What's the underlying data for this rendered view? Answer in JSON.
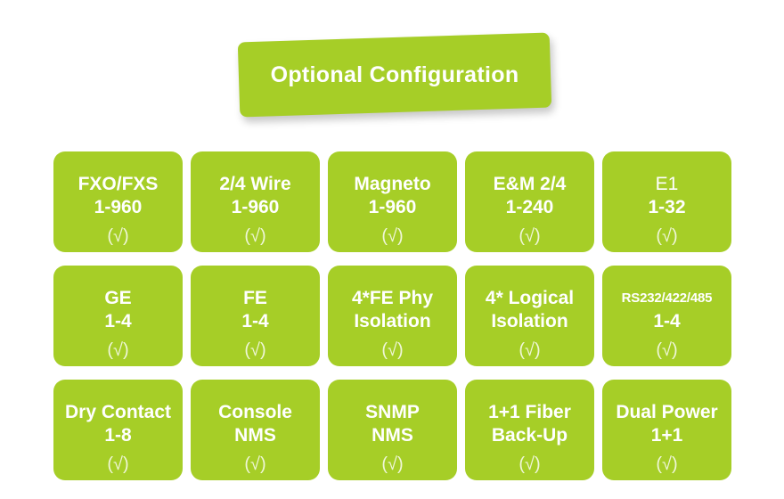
{
  "banner": {
    "title": "Optional Configuration",
    "color": "#a6ce27",
    "text_color": "#ffffff"
  },
  "theme": {
    "card_color": "#a6ce27",
    "text_color": "#ffffff",
    "background": "#ffffff"
  },
  "grid": {
    "columns": 5,
    "rows": 3,
    "check_symbol": "(√)",
    "cards": [
      {
        "line1": "FXO/FXS",
        "line2": "1-960",
        "check": "(√)",
        "line1_weight": "bold",
        "line2_weight": "bold",
        "line1_size": "normal"
      },
      {
        "line1": "2/4 Wire",
        "line2": "1-960",
        "check": "(√)",
        "line1_weight": "bold",
        "line2_weight": "bold",
        "line1_size": "normal"
      },
      {
        "line1": "Magneto",
        "line2": "1-960",
        "check": "(√)",
        "line1_weight": "bold",
        "line2_weight": "bold",
        "line1_size": "normal"
      },
      {
        "line1": "E&M 2/4",
        "line2": "1-240",
        "check": "(√)",
        "line1_weight": "bold",
        "line2_weight": "bold",
        "line1_size": "normal"
      },
      {
        "line1": "E1",
        "line2": "1-32",
        "check": "(√)",
        "line1_weight": "light",
        "line2_weight": "bold",
        "line1_size": "normal"
      },
      {
        "line1": "GE",
        "line2": "1-4",
        "check": "(√)",
        "line1_weight": "bold",
        "line2_weight": "bold",
        "line1_size": "normal"
      },
      {
        "line1": "FE",
        "line2": "1-4",
        "check": "(√)",
        "line1_weight": "bold",
        "line2_weight": "bold",
        "line1_size": "normal"
      },
      {
        "line1": "4*FE Phy",
        "line2": "Isolation",
        "check": "(√)",
        "line1_weight": "bold",
        "line2_weight": "bold",
        "line1_size": "normal"
      },
      {
        "line1": "4* Logical",
        "line2": "Isolation",
        "check": "(√)",
        "line1_weight": "bold",
        "line2_weight": "bold",
        "line1_size": "normal"
      },
      {
        "line1": "RS232/422/485",
        "line2": "1-4",
        "check": "(√)",
        "line1_weight": "bold",
        "line2_weight": "bold",
        "line1_size": "small"
      },
      {
        "line1": "Dry Contact",
        "line2": "1-8",
        "check": "(√)",
        "line1_weight": "bold",
        "line2_weight": "bold",
        "line1_size": "normal"
      },
      {
        "line1": "Console",
        "line2": "NMS",
        "check": "(√)",
        "line1_weight": "bold",
        "line2_weight": "bold",
        "line1_size": "normal"
      },
      {
        "line1": "SNMP",
        "line2": "NMS",
        "check": "(√)",
        "line1_weight": "bold",
        "line2_weight": "bold",
        "line1_size": "normal"
      },
      {
        "line1": "1+1 Fiber",
        "line2": "Back-Up",
        "check": "(√)",
        "line1_weight": "bold",
        "line2_weight": "bold",
        "line1_size": "normal"
      },
      {
        "line1": "Dual Power",
        "line2": "1+1",
        "check": "(√)",
        "line1_weight": "bold",
        "line2_weight": "bold",
        "line1_size": "normal"
      }
    ]
  }
}
